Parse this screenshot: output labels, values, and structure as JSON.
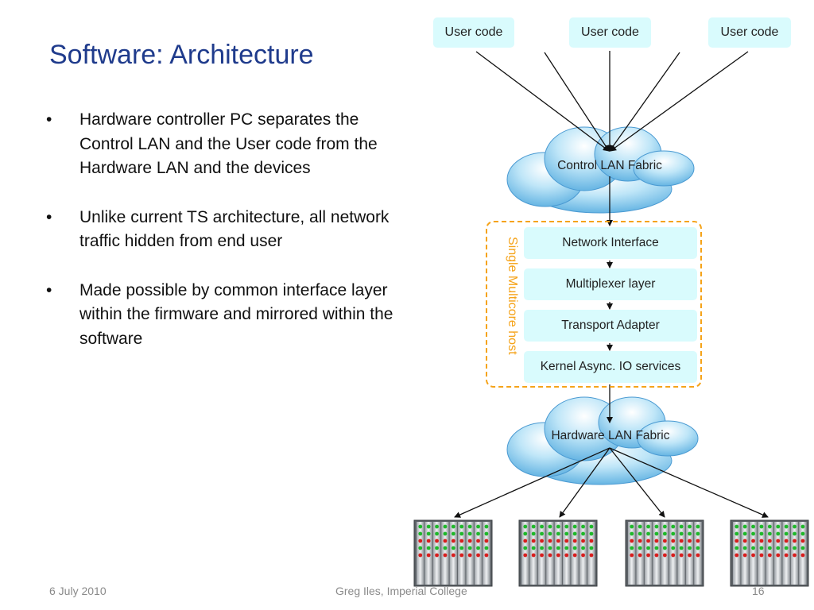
{
  "slide": {
    "title": "Software: Architecture",
    "bullets": [
      "Hardware controller PC separates the Control LAN and the User code from the Hardware LAN and the devices",
      "Unlike current TS architecture, all network traffic hidden from end user",
      "Made possible by common interface layer within the firmware and mirrored within the software"
    ],
    "bullet_symbol": "•"
  },
  "diagram": {
    "user_code": [
      "User code",
      "User code",
      "User code"
    ],
    "control_cloud": "Control LAN Fabric",
    "host_label": "Single Multicore host",
    "layers": [
      "Network Interface",
      "Multiplexer layer",
      "Transport Adapter",
      "Kernel Async. IO services"
    ],
    "hardware_cloud": "Hardware LAN Fabric",
    "device_count": 4,
    "colors": {
      "box_fill": "#d9fbfd",
      "host_border": "#f5a319",
      "title": "#1f3b8c",
      "led_green": "#1fb82a",
      "led_red": "#d81d1d"
    }
  },
  "footer": {
    "date": "6 July 2010",
    "author": "Greg Iles, Imperial College",
    "page": "16"
  }
}
